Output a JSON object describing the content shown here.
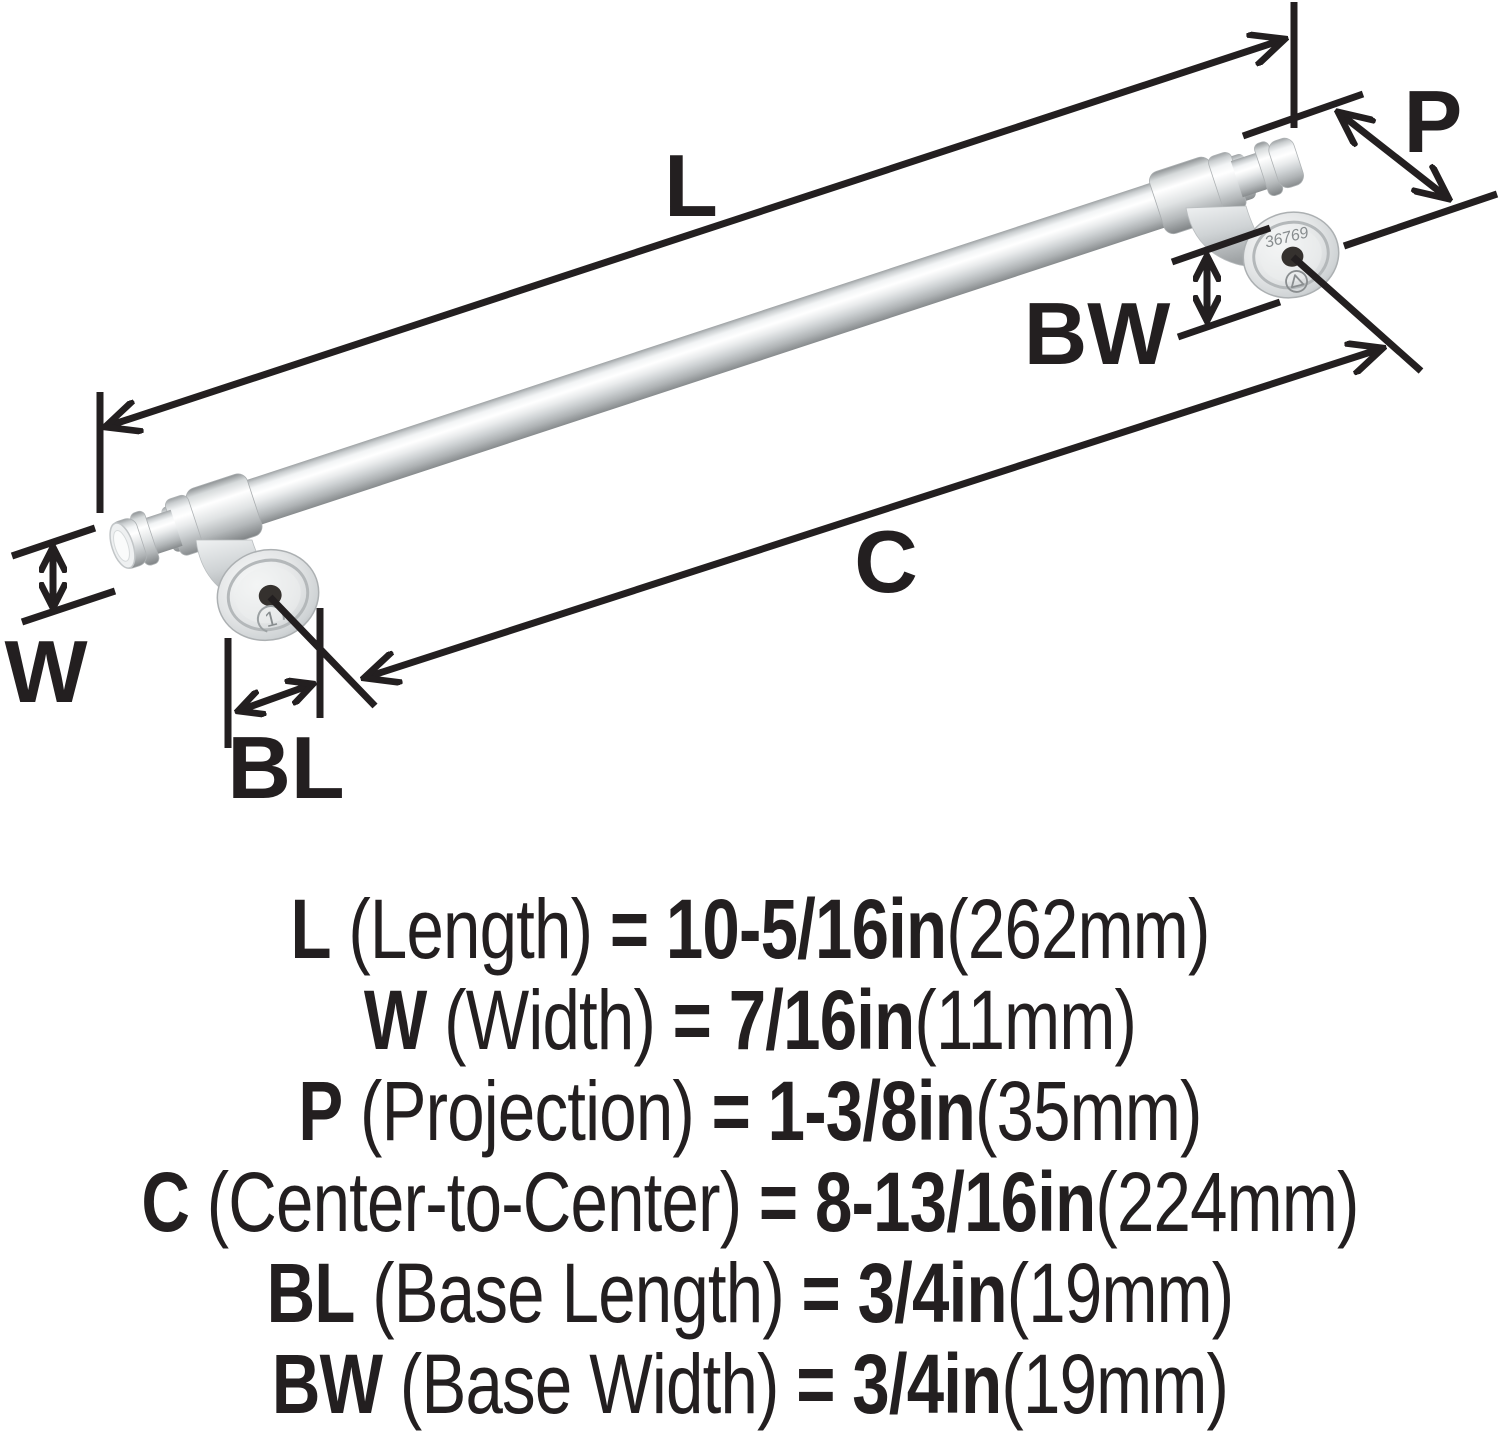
{
  "colors": {
    "line": "#231f20",
    "background": "#ffffff",
    "metal_light": "#ffffff",
    "metal_dark": "#878b8d",
    "hole": "#35312e"
  },
  "diagram": {
    "labels": {
      "L": "L",
      "W": "W",
      "P": "P",
      "C": "C",
      "BL": "BL",
      "BW": "BW"
    },
    "left_base_marking": "1",
    "right_base_marking": "36769"
  },
  "specs": [
    {
      "symbol": "L",
      "name": "(Length)",
      "eq": "=",
      "imperial": "10-5/16in",
      "metric": "(262mm)"
    },
    {
      "symbol": "W",
      "name": "(Width)",
      "eq": "=",
      "imperial": "7/16in",
      "metric": "(11mm)"
    },
    {
      "symbol": "P",
      "name": "(Projection)",
      "eq": "=",
      "imperial": "1-3/8in",
      "metric": "(35mm)"
    },
    {
      "symbol": "C",
      "name": "(Center-to-Center)",
      "eq": "=",
      "imperial": "8-13/16in",
      "metric": "(224mm)"
    },
    {
      "symbol": "BL",
      "name": "(Base Length)",
      "eq": "=",
      "imperial": "3/4in",
      "metric": "(19mm)"
    },
    {
      "symbol": "BW",
      "name": "(Base Width)",
      "eq": "=",
      "imperial": "3/4in",
      "metric": "(19mm)"
    }
  ]
}
